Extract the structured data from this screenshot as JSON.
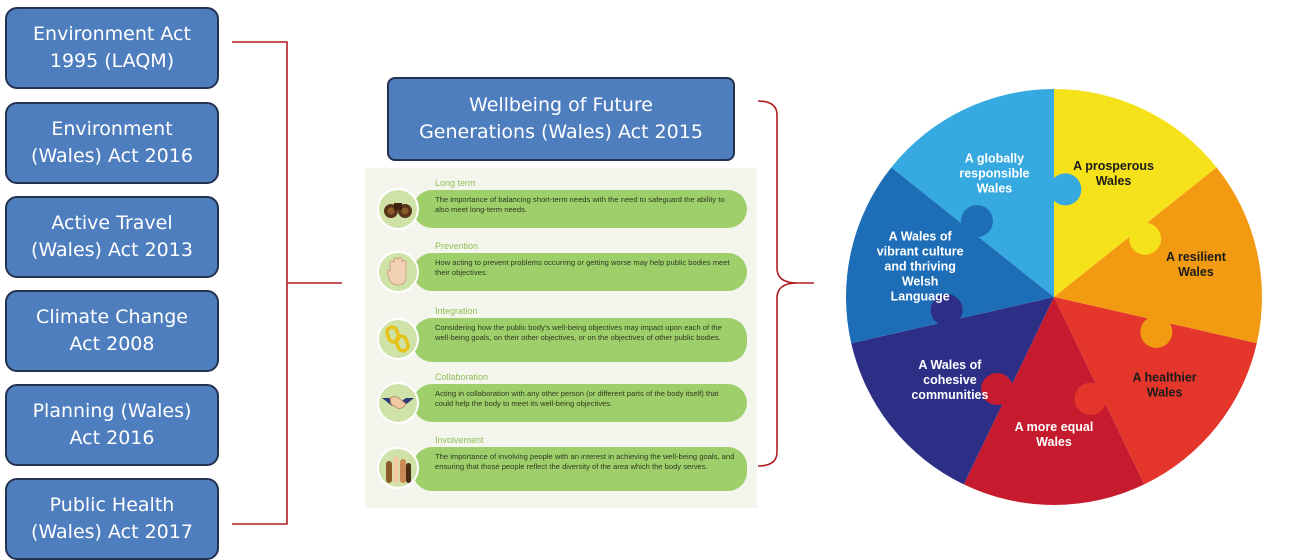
{
  "acts": [
    {
      "label": "Environment Act\n1995 (LAQM)"
    },
    {
      "label": "Environment\n(Wales) Act 2016"
    },
    {
      "label": "Active Travel\n(Wales) Act 2013"
    },
    {
      "label": "Climate Change\nAct 2008"
    },
    {
      "label": "Planning (Wales)\nAct 2016"
    },
    {
      "label": "Public Health\n(Wales) Act 2017"
    }
  ],
  "wfg_act": {
    "label": "Wellbeing of Future\nGenerations (Wales) Act 2015"
  },
  "ways_of_working": [
    {
      "title": "Long term",
      "description": "The importance of balancing short-term needs with the need to safeguard the ability to also meet long-term needs.",
      "icon": "binoculars-icon"
    },
    {
      "title": "Prevention",
      "description": "How acting to prevent problems occurring or getting worse may help public bodies meet their objectives.",
      "icon": "hand-stop-icon"
    },
    {
      "title": "Integration",
      "description": "Considering how the public body's well-being objectives may impact upon each of the well-being goals, on their other objectives, or on the objectives of other public bodies.",
      "icon": "chain-link-icon"
    },
    {
      "title": "Collaboration",
      "description": "Acting in collaboration with any other person (or different parts of the body itself) that could help the body to meet its well-being objectives.",
      "icon": "handshake-icon"
    },
    {
      "title": "Involvement",
      "description": "The importance of involving people with an interest in achieving the well-being goals, and ensuring that those people reflect the diversity of the area which the body serves.",
      "icon": "raised-hands-icon"
    }
  ],
  "goals": [
    {
      "label": "A prosperous\nWales",
      "color": "#f6e21a"
    },
    {
      "label": "A resilient\nWales",
      "color": "#f29b12"
    },
    {
      "label": "A healthier\nWales",
      "color": "#e4362b"
    },
    {
      "label": "A more equal\nWales",
      "color": "#c61b2f"
    },
    {
      "label": "A Wales of\ncohesive\ncommunities",
      "color": "#2d2f87"
    },
    {
      "label": "A Wales of\nvibrant culture\nand thriving\nWelsh\nLanguage",
      "color": "#1e6eb7"
    },
    {
      "label": "A globally\nresponsible\nWales",
      "color": "#36a9e0"
    }
  ],
  "colors": {
    "box_fill": "#4f7ebf",
    "box_border": "#22324f",
    "bracket": "#b01e23",
    "way_pill": "#9fcf6a",
    "way_title": "#8fbf55"
  }
}
